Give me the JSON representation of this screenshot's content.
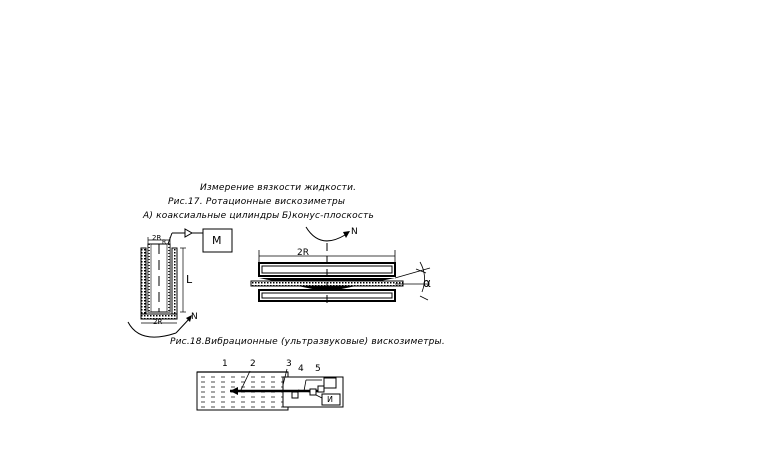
{
  "titles": {
    "main": "Измерение вязкости жидкости.",
    "fig17": "Рис.17. Ротационные вискозиметры",
    "fig17a": "А) коаксиальные цилиндры",
    "fig17b": "Б)конус-плоскость",
    "fig18": "Рис.18.Вибрационные (ультразвуковые) вискозиметры."
  },
  "labels": {
    "motor": "М",
    "length": "L",
    "r_top": "2R",
    "r_small": "R",
    "r_bottom": "2R",
    "torque_a": "N",
    "cone_2r": "2R",
    "torque_b": "N",
    "alpha": "α",
    "n1": "1",
    "n2": "2",
    "n3": "3",
    "n4": "4",
    "n5": "5",
    "meter": "И"
  }
}
